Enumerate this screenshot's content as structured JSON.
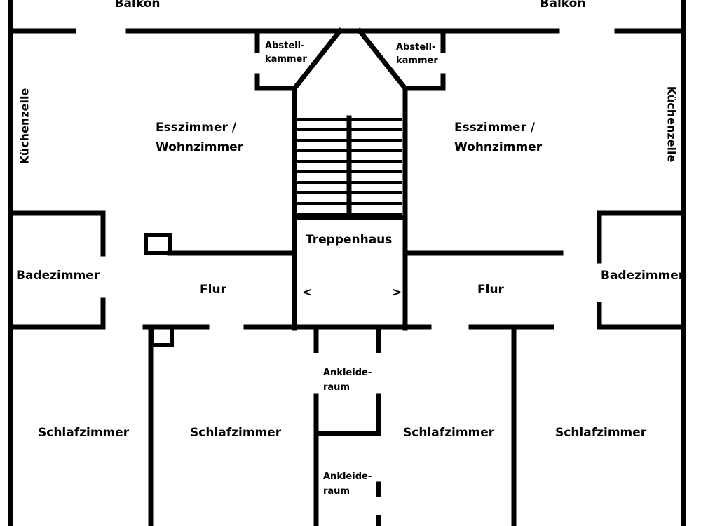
{
  "labels": {
    "balcony_left": "Balkon",
    "balcony_right": "Balkon",
    "storage_left_1": "Abstell-",
    "storage_left_2": "kammer",
    "storage_right_1": "Abstell-",
    "storage_right_2": "kammer",
    "kitchen_left": "Küchenzeile",
    "kitchen_right": "Küchenzeile",
    "living_left_1": "Esszimmer /",
    "living_left_2": "Wohnzimmer",
    "living_right_1": "Esszimmer /",
    "living_right_2": "Wohnzimmer",
    "stairwell": "Treppenhaus",
    "bath_left": "Badezimmer",
    "bath_right": "Badezimmer",
    "hall_left": "Flur",
    "hall_right": "Flur",
    "arrow_left": "<",
    "arrow_right": ">",
    "dressing_top_1": "Ankleide-",
    "dressing_top_2": "raum",
    "dressing_bottom_1": "Ankleide-",
    "dressing_bottom_2": "raum",
    "bedroom_1": "Schlafzimmer",
    "bedroom_2": "Schlafzimmer",
    "bedroom_3": "Schlafzimmer",
    "bedroom_4": "Schlafzimmer"
  }
}
